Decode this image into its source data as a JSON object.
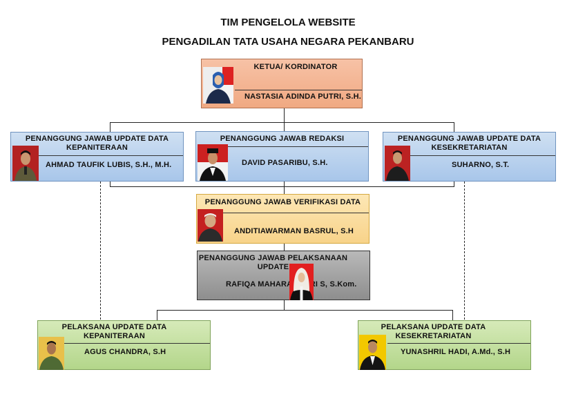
{
  "header": {
    "line1": "TIM PENGELOLA WEBSITE",
    "line2": "PENGADILAN TATA USAHA NEGARA PEKANBARU"
  },
  "nodes": {
    "ketua": {
      "role": "KETUA/ KORDINATOR",
      "name": "NASTASIA ADINDA PUTRI, S.H."
    },
    "pj_kepaniteraan": {
      "role": "PENANGGUNG JAWAB UPDATE DATA\nKEPANITERAAN",
      "name": "AHMAD TAUFIK LUBIS, S.H., M.H."
    },
    "pj_redaksi": {
      "role": "PENANGGUNG JAWAB REDAKSI",
      "name": "DAVID PASARIBU, S.H."
    },
    "pj_kesekretariatan": {
      "role": "PENANGGUNG JAWAB UPDATE DATA\nKESEKRETARIATAN",
      "name": "SUHARNO, S.T."
    },
    "pj_verifikasi": {
      "role": "PENANGGUNG JAWAB VERIFIKASI DATA",
      "name": "ANDITIAWARMAN BASRUL, S.H"
    },
    "pj_pelaksanaan": {
      "role": "PENANGGUNG JAWAB PELAKSANAAN\nUPDATE",
      "name": "RAFIQA MAHARA PUTRI S, S.Kom."
    },
    "pel_kepaniteraan": {
      "role": "PELAKSANA UPDATE DATA\nKEPANITERAAN",
      "name": "AGUS CHANDRA, S.H"
    },
    "pel_kesekretariatan": {
      "role": "PELAKSANA UPDATE DATA\nKESEKRETARIATAN",
      "name": "YUNASHRIL HADI, A.Md., S.H"
    }
  },
  "colors": {
    "ketua": "#f2b08e",
    "penanggung_jawab": "#b8d1ee",
    "verifikasi": "#fad99a",
    "pelaksanaan": "#a3a3a3",
    "pelaksana": "#c4e0a1"
  }
}
